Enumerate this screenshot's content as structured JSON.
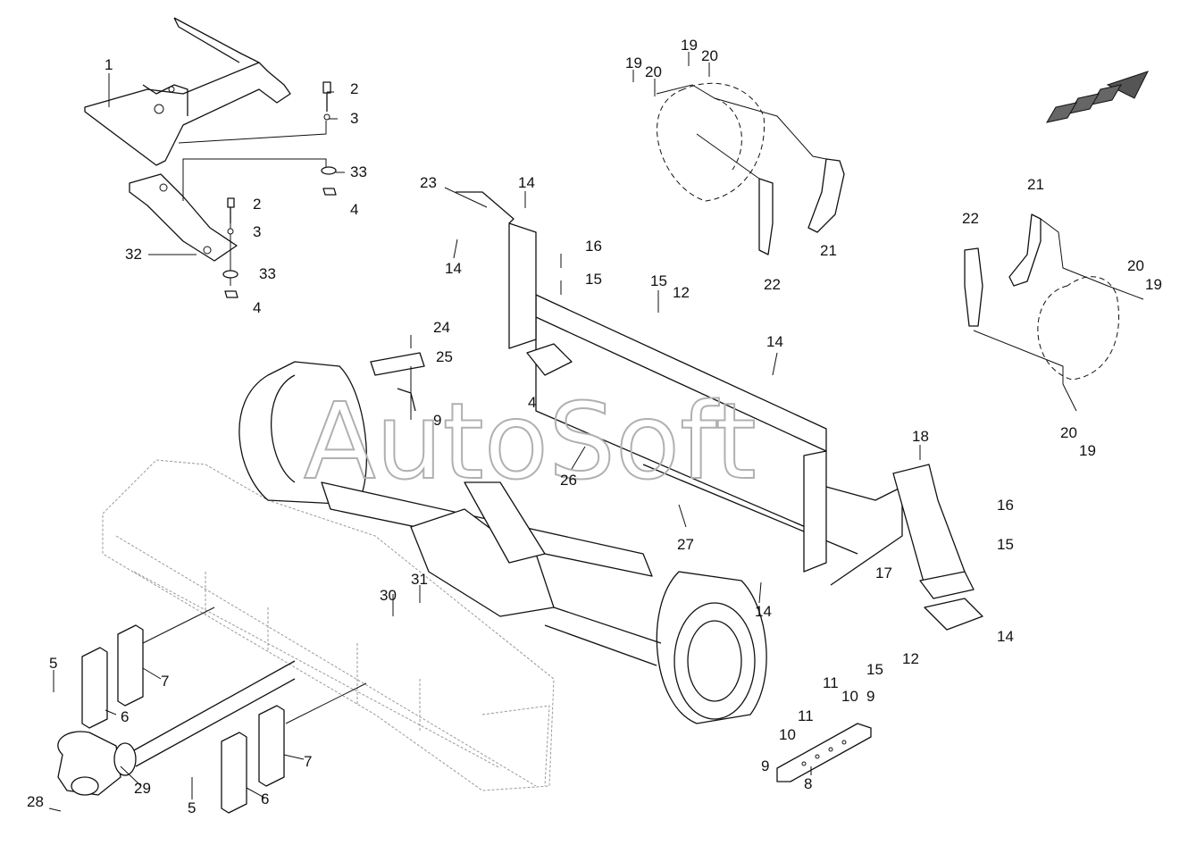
{
  "watermark": "AutoSoft",
  "callouts": [
    {
      "id": "c1",
      "text": "1"
    },
    {
      "id": "c2a",
      "text": "2"
    },
    {
      "id": "c3a",
      "text": "3"
    },
    {
      "id": "c33a",
      "text": "33"
    },
    {
      "id": "c4a",
      "text": "4"
    },
    {
      "id": "c2b",
      "text": "2"
    },
    {
      "id": "c3b",
      "text": "3"
    },
    {
      "id": "c32",
      "text": "32"
    },
    {
      "id": "c33b",
      "text": "33"
    },
    {
      "id": "c4b",
      "text": "4"
    },
    {
      "id": "c19a",
      "text": "19"
    },
    {
      "id": "c20a",
      "text": "20"
    },
    {
      "id": "c19b",
      "text": "19"
    },
    {
      "id": "c20b",
      "text": "20"
    },
    {
      "id": "c21a",
      "text": "21"
    },
    {
      "id": "c22a",
      "text": "22"
    },
    {
      "id": "c21b",
      "text": "21"
    },
    {
      "id": "c22b",
      "text": "22"
    },
    {
      "id": "c20c",
      "text": "20"
    },
    {
      "id": "c19c",
      "text": "19"
    },
    {
      "id": "c20d",
      "text": "20"
    },
    {
      "id": "c19d",
      "text": "19"
    },
    {
      "id": "c23",
      "text": "23"
    },
    {
      "id": "c14a",
      "text": "14"
    },
    {
      "id": "c14b",
      "text": "14"
    },
    {
      "id": "c16a",
      "text": "16"
    },
    {
      "id": "c15a",
      "text": "15"
    },
    {
      "id": "c15b",
      "text": "15"
    },
    {
      "id": "c12a",
      "text": "12"
    },
    {
      "id": "c24",
      "text": "24"
    },
    {
      "id": "c25",
      "text": "25"
    },
    {
      "id": "c9a",
      "text": "9"
    },
    {
      "id": "c4c",
      "text": "4"
    },
    {
      "id": "c14c",
      "text": "14"
    },
    {
      "id": "c26",
      "text": "26"
    },
    {
      "id": "c18",
      "text": "18"
    },
    {
      "id": "c16b",
      "text": "16"
    },
    {
      "id": "c15c",
      "text": "15"
    },
    {
      "id": "c17",
      "text": "17"
    },
    {
      "id": "c27",
      "text": "27"
    },
    {
      "id": "c14d",
      "text": "14"
    },
    {
      "id": "c14e",
      "text": "14"
    },
    {
      "id": "c12b",
      "text": "12"
    },
    {
      "id": "c15d",
      "text": "15"
    },
    {
      "id": "c11a",
      "text": "11"
    },
    {
      "id": "c10a",
      "text": "10"
    },
    {
      "id": "c9b",
      "text": "9"
    },
    {
      "id": "c11b",
      "text": "11"
    },
    {
      "id": "c10b",
      "text": "10"
    },
    {
      "id": "c9c",
      "text": "9"
    },
    {
      "id": "c8",
      "text": "8"
    },
    {
      "id": "c30",
      "text": "30"
    },
    {
      "id": "c31",
      "text": "31"
    },
    {
      "id": "c5a",
      "text": "5"
    },
    {
      "id": "c7a",
      "text": "7"
    },
    {
      "id": "c6a",
      "text": "6"
    },
    {
      "id": "c5b",
      "text": "5"
    },
    {
      "id": "c6b",
      "text": "6"
    },
    {
      "id": "c7b",
      "text": "7"
    },
    {
      "id": "c28",
      "text": "28"
    },
    {
      "id": "c29",
      "text": "29"
    }
  ]
}
